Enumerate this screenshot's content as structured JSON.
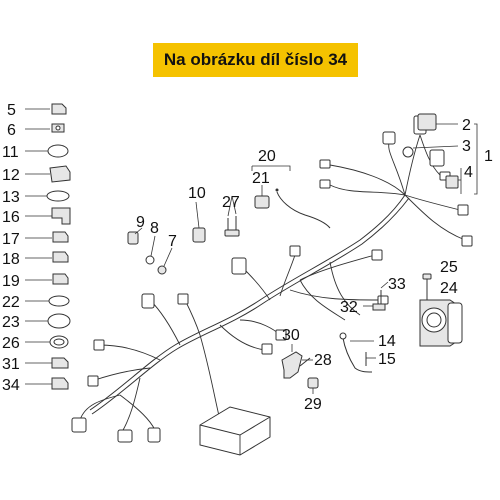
{
  "banner": {
    "text": "Na obrázku díl číslo 34",
    "color": "#f5c200"
  },
  "labels": {
    "l1": "1",
    "l2": "2",
    "l3": "3",
    "l4": "4",
    "l5": "5",
    "l6": "6",
    "l7": "7",
    "l8": "8",
    "l9": "9",
    "l10": "10",
    "l11": "11",
    "l12": "12",
    "l13": "13",
    "l14": "14",
    "l15": "15",
    "l16": "16",
    "l17": "17",
    "l18": "18",
    "l19": "19",
    "l20": "20",
    "l21": "21",
    "l22": "22",
    "l23": "23",
    "l24": "24",
    "l25": "25",
    "l26": "26",
    "l27": "27",
    "l28": "28",
    "l29": "29",
    "l30": "30",
    "l31": "31",
    "l32": "32",
    "l33": "33",
    "l34": "34"
  }
}
